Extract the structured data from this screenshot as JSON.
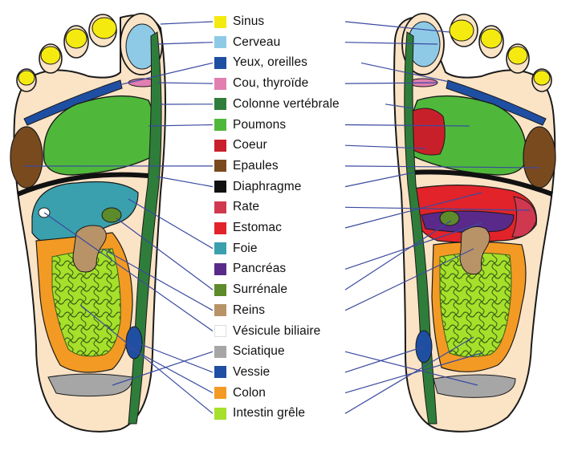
{
  "legend": [
    {
      "label": "Sinus",
      "color": "#f5ea10"
    },
    {
      "label": "Cerveau",
      "color": "#8ecae6"
    },
    {
      "label": "Yeux, oreilles",
      "color": "#1f4fa2"
    },
    {
      "label": "Cou, thyroïde",
      "color": "#e07fb0"
    },
    {
      "label": "Colonne vertébrale",
      "color": "#2f7d3a"
    },
    {
      "label": "Poumons",
      "color": "#4fb83b"
    },
    {
      "label": "Coeur",
      "color": "#c8202a"
    },
    {
      "label": "Epaules",
      "color": "#7a4a1f"
    },
    {
      "label": "Diaphragme",
      "color": "#111111"
    },
    {
      "label": "Rate",
      "color": "#d0384f"
    },
    {
      "label": "Estomac",
      "color": "#e2232a"
    },
    {
      "label": "Foie",
      "color": "#3aa0ad"
    },
    {
      "label": "Pancréas",
      "color": "#5a2a8a"
    },
    {
      "label": "Surrénale",
      "color": "#5d8a2a"
    },
    {
      "label": "Reins",
      "color": "#b89368"
    },
    {
      "label": "Vésicule biliaire",
      "color": "#ffffff"
    },
    {
      "label": "Sciatique",
      "color": "#a6a6a6"
    },
    {
      "label": "Vessie",
      "color": "#1f4fa2"
    },
    {
      "label": "Colon",
      "color": "#f39a24"
    },
    {
      "label": "Intestin grêle",
      "color": "#a6e02a"
    }
  ],
  "colors": {
    "skin": "#fbe3c6",
    "outline": "#1a1a1a",
    "connector": "#3a4aa0",
    "nail": "#f5ea10",
    "intestine_line": "#3b5f1a"
  }
}
